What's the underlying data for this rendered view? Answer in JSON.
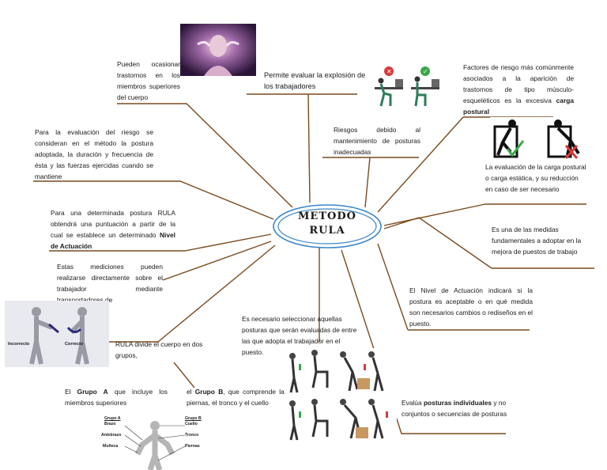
{
  "center": {
    "line1": "METODO",
    "line2": "RULA"
  },
  "nodes": {
    "explosion": "Permite evaluar la explosión de los trabajadores",
    "miembros": "Pueden ocasionar trastornos en los miembros superiores del cuerpo",
    "factores_a": "Factores de riesgo más comúnmente asociados a la aparición de trastornos de tipo músculo-esqueléticos es la excesiva ",
    "factores_b": "carga postural",
    "evaluacion_riesgo": "Para la evaluación del riesgo se consideran en el método la postura adoptada, la duración y frecuencia de ésta y las fuerzas ejercidas cuando se mantiene",
    "riesgos": "Riesgos debido al mantenimiento de posturas inadecuadas",
    "carga_postural": "La evaluación de la carga postural o carga estática, y su reducción en caso de ser necesario",
    "puntuacion_a": "Para una determinada postura RULA obtendrá una puntuación a partir de la cual se establece un determinado ",
    "puntuacion_b": "Nivel de Actuación",
    "medidas": "Es una de las medidas fundamentales a adoptar en la mejora de puestos de trabajo",
    "mediciones": "Estas mediciones pueden realizarse directamente sobre el trabajador mediante transportadores de",
    "nivel_a": "El Nivel de Actuación indicará si la postura es aceptable o en qué medida son necesarios cambios o rediseños en el puesto.",
    "seleccionar": "Es necesario seleccionar aquellas posturas que serán evaluadas de entre las que adopta el trabajador en el puesto.",
    "divide": "RULA divide el cuerpo en dos grupos,",
    "grupo_a_pre": "El ",
    "grupo_a_bold": "Grupo A",
    "grupo_a_post": " que incluye los miembros superiores",
    "grupo_b_pre": "el ",
    "grupo_b_bold": "Grupo B",
    "grupo_b_post": ", que comprende las piernas, el tronco y el cuello",
    "evalua_pre": "Evalúa ",
    "evalua_bold": "posturas individuales",
    "evalua_post": " y no conjuntos o secuencias de posturas"
  },
  "image_labels": {
    "incorrecto": "Incorrecto",
    "correcto": "Correcto",
    "grupo_a": "Grupo A",
    "brazo": "Brazo",
    "antebrazo": "Antebrazo",
    "muneca": "Muñeca",
    "grupo_b": "Grupo B",
    "cuello": "Cuello",
    "tronco": "Tronco",
    "piernas": "Piernas"
  },
  "colors": {
    "branch": "#7a4a1e",
    "ellipse": "#3a86c8",
    "ellipse_fill": "#ffffff"
  }
}
